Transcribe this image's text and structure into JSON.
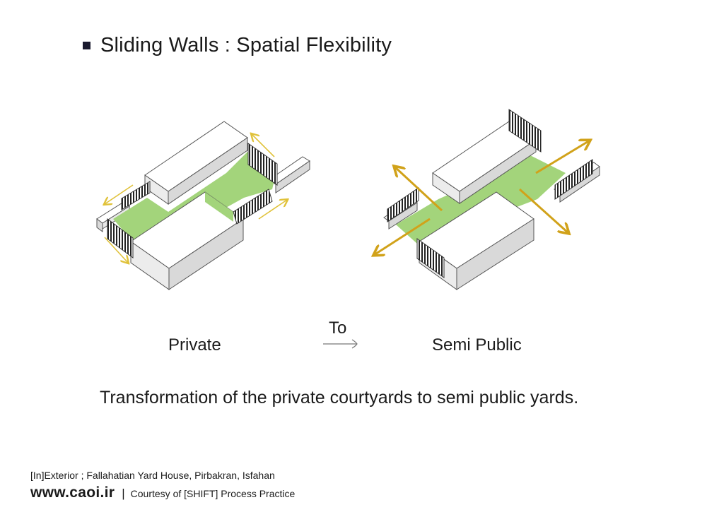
{
  "header": {
    "title": "Sliding Walls : Spatial Flexibility"
  },
  "labels": {
    "left": "Private",
    "connector": "To",
    "right": "Semi Public"
  },
  "caption": "Transformation of the private courtyards to semi public yards.",
  "footer": {
    "line1": "[In]Exterior ; Fallahatian Yard House, Pirbakran, Isfahan",
    "site": "www.caoi.ir",
    "separator": "|",
    "courtesy": "Courtesy of [SHIFT] Process Practice"
  },
  "colors": {
    "courtyard": "#a3d47b",
    "arrow_light": "#e0c23a",
    "arrow_dark": "#d1a21a",
    "wall_top": "#ffffff",
    "wall_side": "#d9d9d9",
    "outline": "#555555"
  }
}
